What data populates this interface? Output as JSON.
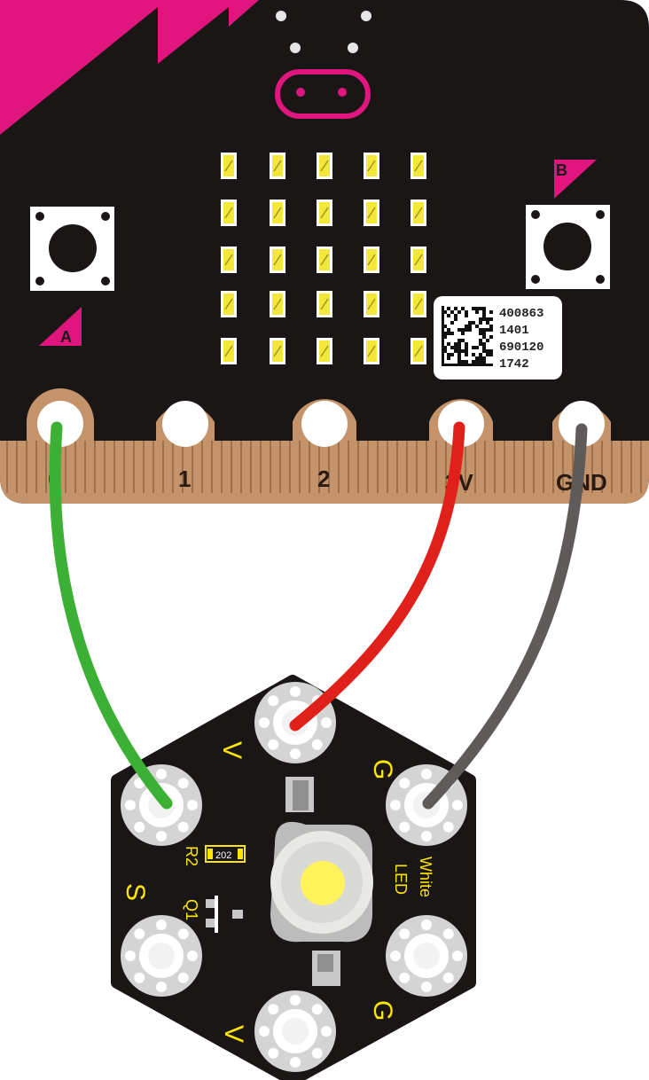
{
  "board": {
    "button_a_label": "A",
    "button_b_label": "B",
    "qr_lines": [
      "400863",
      "1401",
      "690120",
      "1742"
    ],
    "pins": [
      {
        "label": "0"
      },
      {
        "label": "1"
      },
      {
        "label": "2"
      },
      {
        "label": "3V"
      },
      {
        "label": "GND"
      }
    ]
  },
  "module": {
    "pin_top_left_label": "V",
    "pin_top_right_label": "G",
    "pin_left_label": "S",
    "pin_right_label": "G",
    "pin_bottom_label": "V",
    "led_label_line1": "White",
    "led_label_line2": "LED",
    "resistor_label": "R2",
    "resistor_code": "202",
    "transistor_label": "Q1"
  },
  "wires": [
    {
      "name": "signal",
      "color": "#3cb034"
    },
    {
      "name": "power",
      "color": "#e0201a"
    },
    {
      "name": "ground",
      "color": "#5f5b5b"
    }
  ],
  "colors": {
    "board": "#1b1616",
    "accent": "#e0157d",
    "gold": "#c4936a",
    "led": "#fff25a",
    "module_label": "#ffe600"
  }
}
